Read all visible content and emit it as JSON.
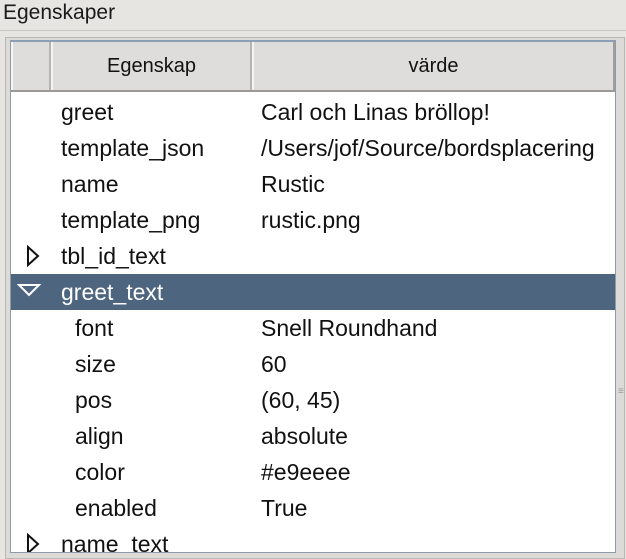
{
  "panel": {
    "title": "Egenskaper"
  },
  "table": {
    "columns": [
      "",
      "Egenskap",
      "värde"
    ],
    "rows": [
      {
        "key": "greet",
        "value": "Carl och Linas bröllop!"
      },
      {
        "key": "template_json",
        "value": "/Users/jof/Source/bordsplacering"
      },
      {
        "key": "name",
        "value": "Rustic"
      },
      {
        "key": "template_png",
        "value": "rustic.png"
      },
      {
        "key": "tbl_id_text",
        "value": ""
      },
      {
        "key": "greet_text",
        "value": ""
      },
      {
        "key": "font",
        "value": "Snell Roundhand"
      },
      {
        "key": "size",
        "value": "60"
      },
      {
        "key": "pos",
        "value": "(60, 45)"
      },
      {
        "key": "align",
        "value": "absolute"
      },
      {
        "key": "color",
        "value": "#e9eeee"
      },
      {
        "key": "enabled",
        "value": "True"
      },
      {
        "key": "name_text",
        "value": ""
      }
    ]
  },
  "colors": {
    "selection": "#4e6580"
  }
}
